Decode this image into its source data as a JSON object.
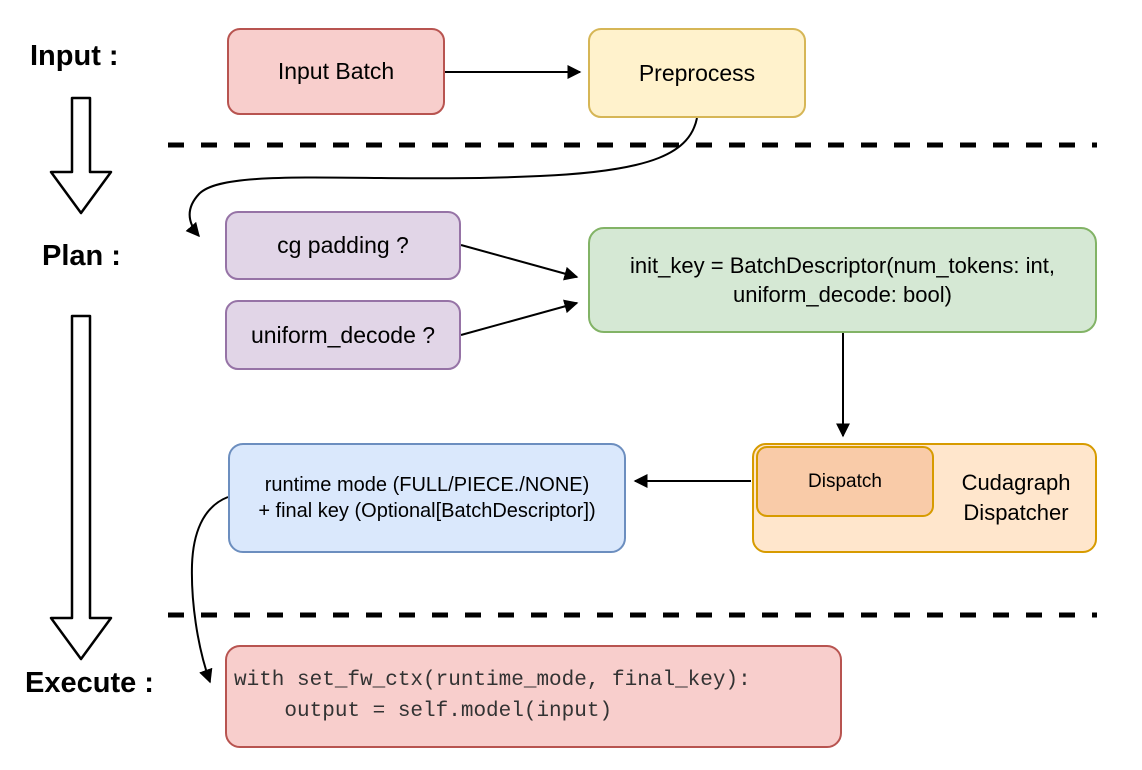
{
  "diagram": {
    "background": "#ffffff",
    "line_color": "#000000",
    "phases": {
      "input_label": "Input :",
      "plan_label": "Plan :",
      "execute_label": "Execute :"
    },
    "nodes": {
      "input_batch": {
        "text": "Input Batch",
        "fill": "#F8CECC",
        "border": "#B85450"
      },
      "preprocess": {
        "text": "Preprocess",
        "fill": "#FFF2CC",
        "border": "#D6B656"
      },
      "cg_padding": {
        "text": "cg padding ?",
        "fill": "#E1D5E7",
        "border": "#9673A6"
      },
      "uniform_decode": {
        "text": "uniform_decode ?",
        "fill": "#E1D5E7",
        "border": "#9673A6"
      },
      "init_key": {
        "line1": "init_key = BatchDescriptor(num_tokens: int,",
        "line2": "uniform_decode: bool)",
        "fill": "#D5E8D4",
        "border": "#82B366"
      },
      "dispatch": {
        "text": "Dispatch",
        "fill": "#F9CBA8",
        "border": "#D79B00"
      },
      "cudagraph_dispatcher": {
        "line1": "Cudagraph",
        "line2": "Dispatcher",
        "fill": "#FFE6CC",
        "border": "#D79B00"
      },
      "runtime_mode": {
        "line1": "runtime mode (FULL/PIECE./NONE)",
        "line2": "+ final key (Optional[BatchDescriptor])",
        "fill": "#DAE8FC",
        "border": "#6C8EBF"
      },
      "execute_code": {
        "line1": "with set_fw_ctx(runtime_mode, final_key):",
        "line2": "    output = self.model(input)",
        "fill": "#F8CECC",
        "border": "#B85450"
      }
    }
  }
}
